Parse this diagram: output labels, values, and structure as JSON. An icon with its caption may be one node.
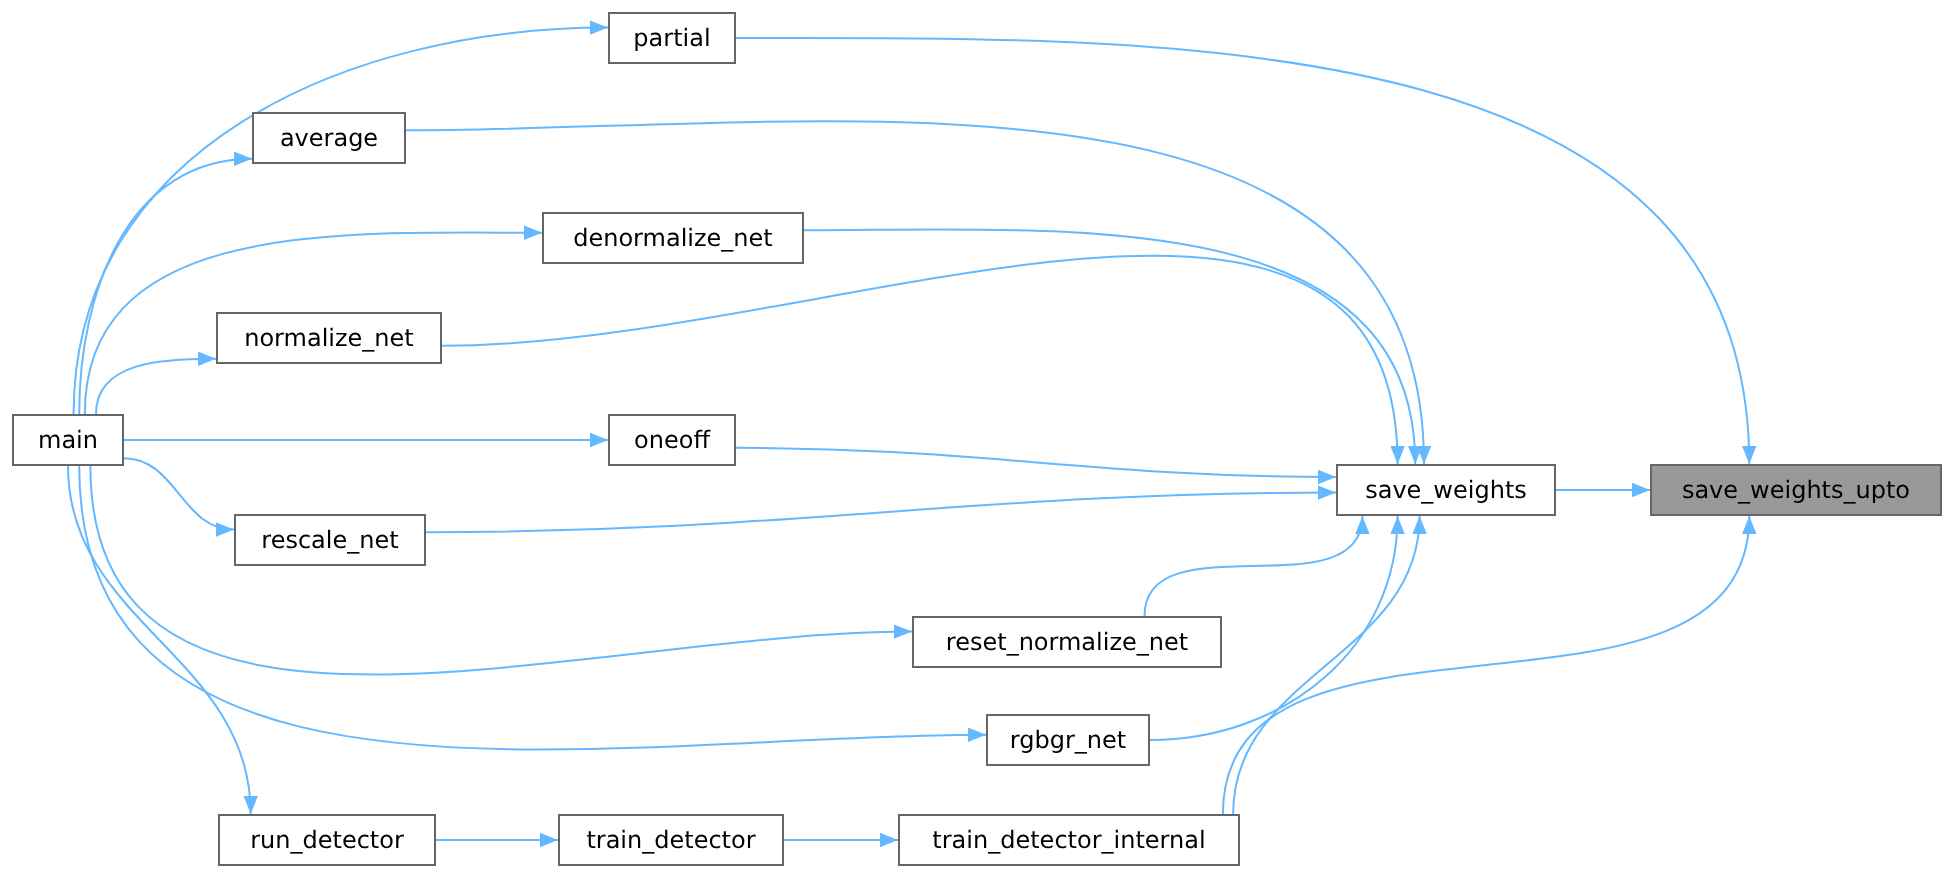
{
  "diagram": {
    "nodes": [
      {
        "text": [
          "save_weights_upto"
        ]
      },
      {
        "text": [
          "save_weights"
        ]
      },
      {
        "text": [
          "partial"
        ]
      },
      {
        "text": [
          "average"
        ]
      },
      {
        "text": [
          "denormalize_net"
        ]
      },
      {
        "text": [
          "normalize_net"
        ]
      },
      {
        "text": [
          "oneoff"
        ]
      },
      {
        "text": [
          "rescale_net"
        ]
      },
      {
        "text": [
          "reset_normalize_net"
        ]
      },
      {
        "text": [
          "rgbgr_net"
        ]
      },
      {
        "text": [
          "train_detector_internal"
        ]
      },
      {
        "text": [
          "train_detector"
        ]
      },
      {
        "text": [
          "run_detector"
        ]
      },
      {
        "text": [
          "main"
        ]
      }
    ],
    "edges": [
      {
        "from": 2,
        "to": 0,
        "arrow": "to"
      },
      {
        "from": 1,
        "to": 0,
        "arrow": "to"
      },
      {
        "from": 10,
        "to": 0,
        "arrow": "to"
      },
      {
        "from": 3,
        "to": 1,
        "arrow": "to"
      },
      {
        "from": 4,
        "to": 1,
        "arrow": "to"
      },
      {
        "from": 5,
        "to": 1,
        "arrow": "to"
      },
      {
        "from": 6,
        "to": 1,
        "arrow": "to"
      },
      {
        "from": 7,
        "to": 1,
        "arrow": "to"
      },
      {
        "from": 8,
        "to": 1,
        "arrow": "to"
      },
      {
        "from": 9,
        "to": 1,
        "arrow": "to"
      },
      {
        "from": 10,
        "to": 1,
        "arrow": "to"
      },
      {
        "from": 13,
        "to": 2,
        "arrow": "to"
      },
      {
        "from": 13,
        "to": 3,
        "arrow": "to"
      },
      {
        "from": 13,
        "to": 4,
        "arrow": "to"
      },
      {
        "from": 13,
        "to": 5,
        "arrow": "to"
      },
      {
        "from": 13,
        "to": 6,
        "arrow": "to"
      },
      {
        "from": 13,
        "to": 7,
        "arrow": "to"
      },
      {
        "from": 13,
        "to": 8,
        "arrow": "to"
      },
      {
        "from": 13,
        "to": 9,
        "arrow": "to"
      },
      {
        "from": 13,
        "to": 12,
        "arrow": "to"
      },
      {
        "from": 12,
        "to": 11,
        "arrow": "to"
      },
      {
        "from": 11,
        "to": 10,
        "arrow": "to"
      }
    ]
  }
}
